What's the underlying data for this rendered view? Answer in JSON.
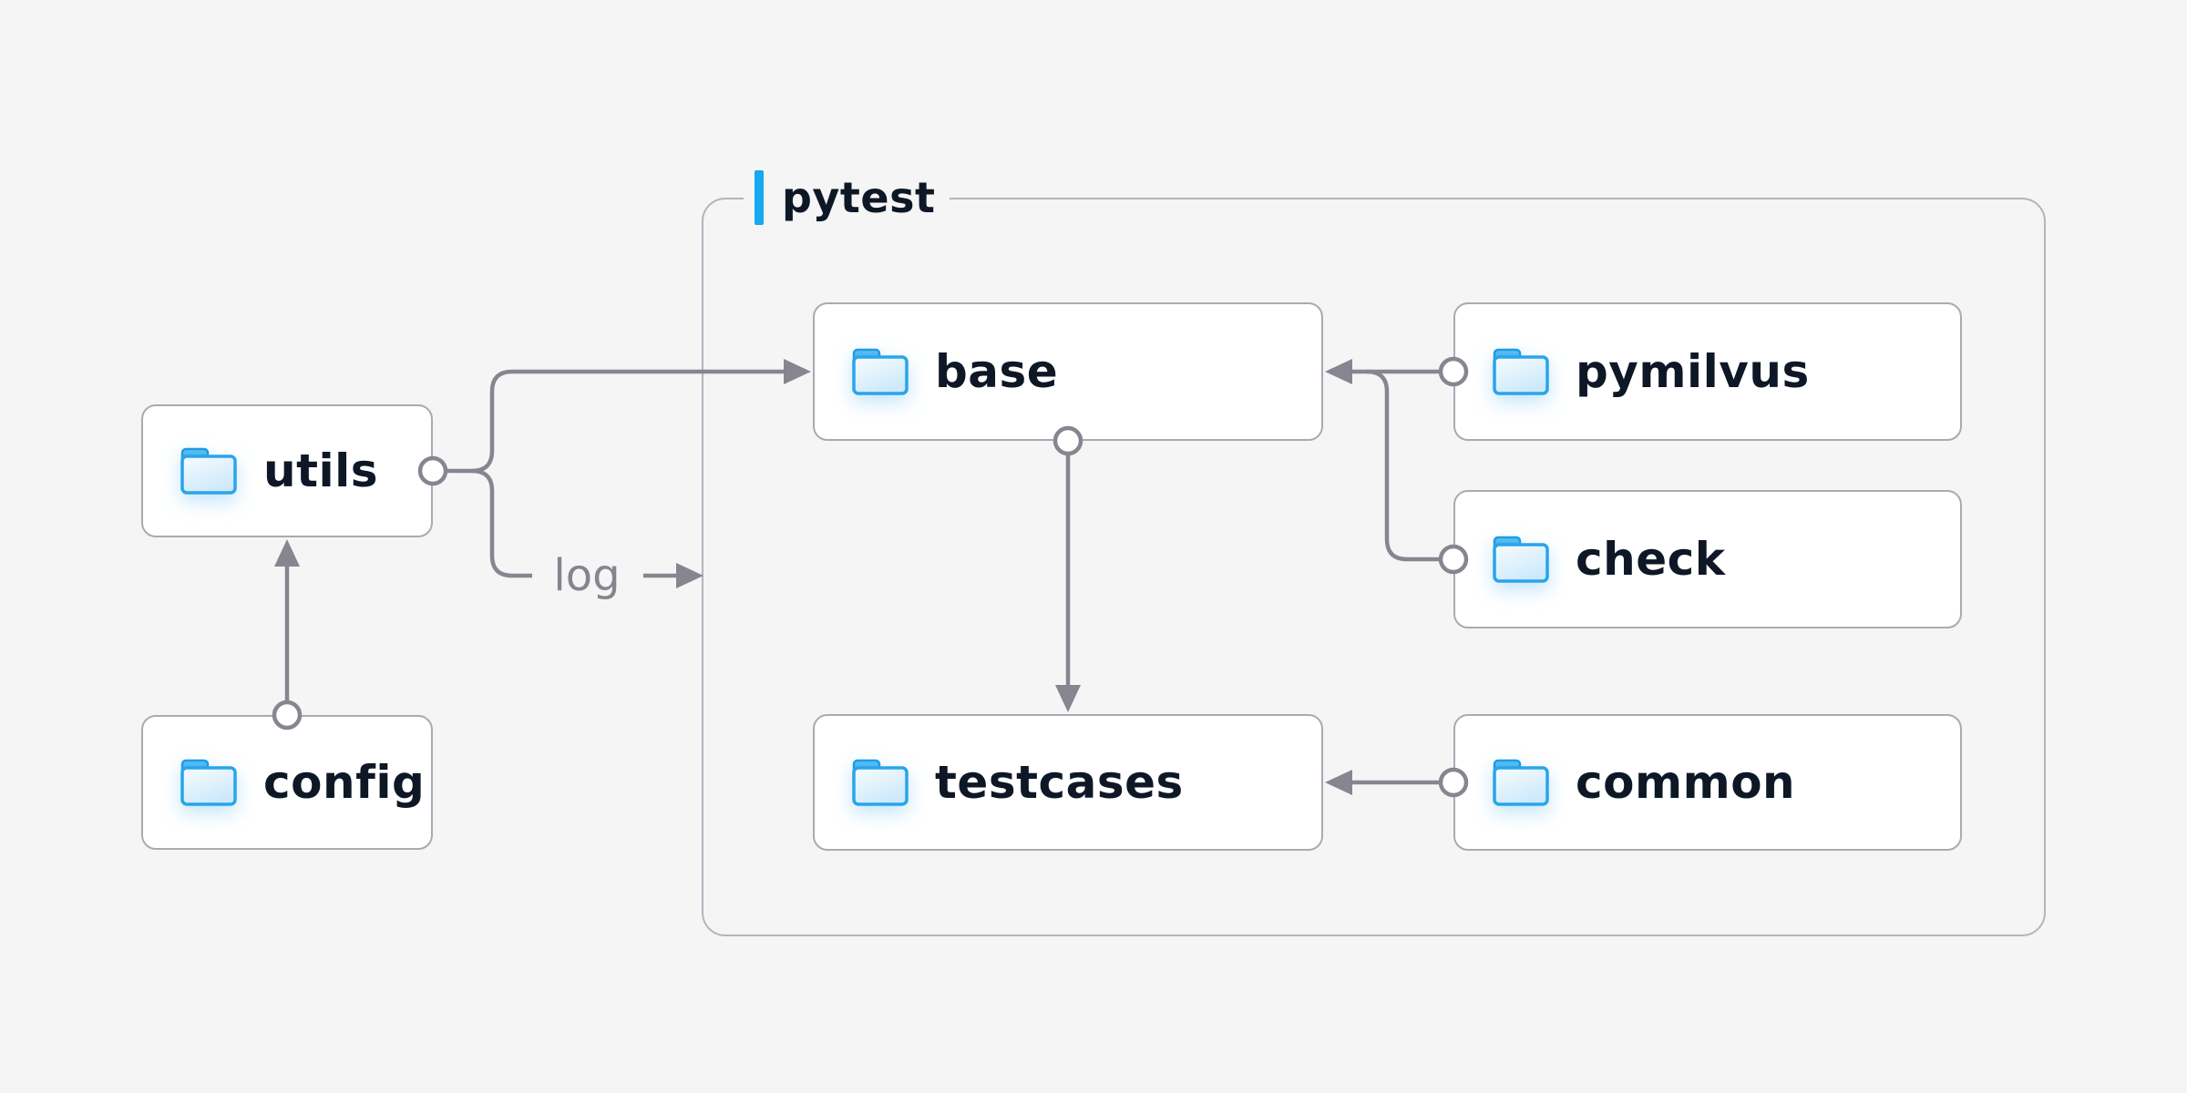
{
  "diagram": {
    "container": {
      "label": "pytest"
    },
    "nodes": [
      {
        "id": "utils",
        "label": "utils",
        "icon": "folder-icon"
      },
      {
        "id": "config",
        "label": "config",
        "icon": "folder-icon"
      },
      {
        "id": "base",
        "label": "base",
        "icon": "folder-icon"
      },
      {
        "id": "pymilvus",
        "label": "pymilvus",
        "icon": "folder-icon"
      },
      {
        "id": "check",
        "label": "check",
        "icon": "folder-icon"
      },
      {
        "id": "testcases",
        "label": "testcases",
        "icon": "folder-icon"
      },
      {
        "id": "common",
        "label": "common",
        "icon": "folder-icon"
      }
    ],
    "edges": [
      {
        "from": "config",
        "to": "utils",
        "marker": "circle-to-arrow"
      },
      {
        "from": "utils",
        "to": "base",
        "marker": "circle-to-arrow"
      },
      {
        "from": "utils",
        "to": "pytest-container",
        "marker": "circle-to-arrow",
        "label": "log"
      },
      {
        "from": "pymilvus",
        "to": "base",
        "marker": "circle-to-arrow"
      },
      {
        "from": "check",
        "to": "base",
        "marker": "circle-to-arrow"
      },
      {
        "from": "base",
        "to": "testcases",
        "marker": "circle-to-arrow"
      },
      {
        "from": "common",
        "to": "testcases",
        "marker": "circle-to-arrow"
      }
    ],
    "edge_label": "log",
    "colors": {
      "background": "#f5f5f6",
      "node_fill": "#ffffff",
      "node_border": "#a9aab4",
      "container_border": "#b3b4bf",
      "connector": "#85868f",
      "accent_blue": "#17a8f1",
      "folder_blue": "#2aa4ea",
      "text": "#0e1726",
      "muted_text": "#84858f"
    }
  }
}
